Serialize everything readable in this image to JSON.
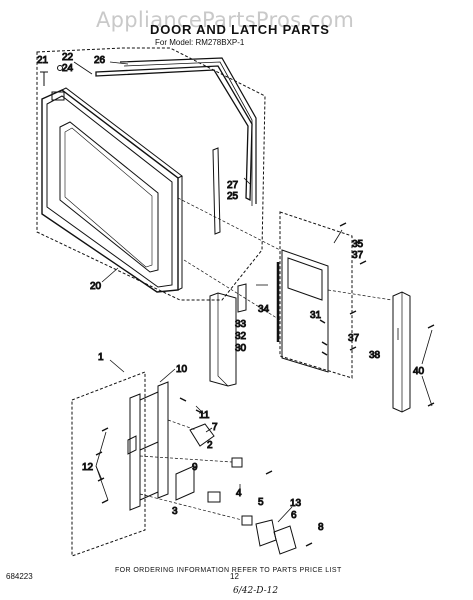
{
  "watermark": "AppliancePartsPros.com",
  "title": "DOOR AND LATCH PARTS",
  "model": "For Model: RM278BXP-1",
  "footer_note": "FOR ORDERING INFORMATION REFER TO PARTS PRICE LIST",
  "doc_code": "684223",
  "page_number": "12",
  "handwritten_note": "6/42-D-12",
  "callouts": {
    "c21": "21",
    "c22": "22",
    "c24": "24",
    "c26": "26",
    "c27": "27",
    "c25": "25",
    "c20": "20",
    "c35": "35",
    "c37a": "37",
    "c34": "34",
    "c31": "31",
    "c33": "33",
    "c32": "32",
    "c30": "30",
    "c37b": "37",
    "c38": "38",
    "c40": "40",
    "c1": "1",
    "c10": "10",
    "c11": "11",
    "c7": "7",
    "c12": "12",
    "c2": "2",
    "c9": "9",
    "c4": "4",
    "c3": "3",
    "c5": "5",
    "c6": "6",
    "c13": "13",
    "c8": "8"
  }
}
